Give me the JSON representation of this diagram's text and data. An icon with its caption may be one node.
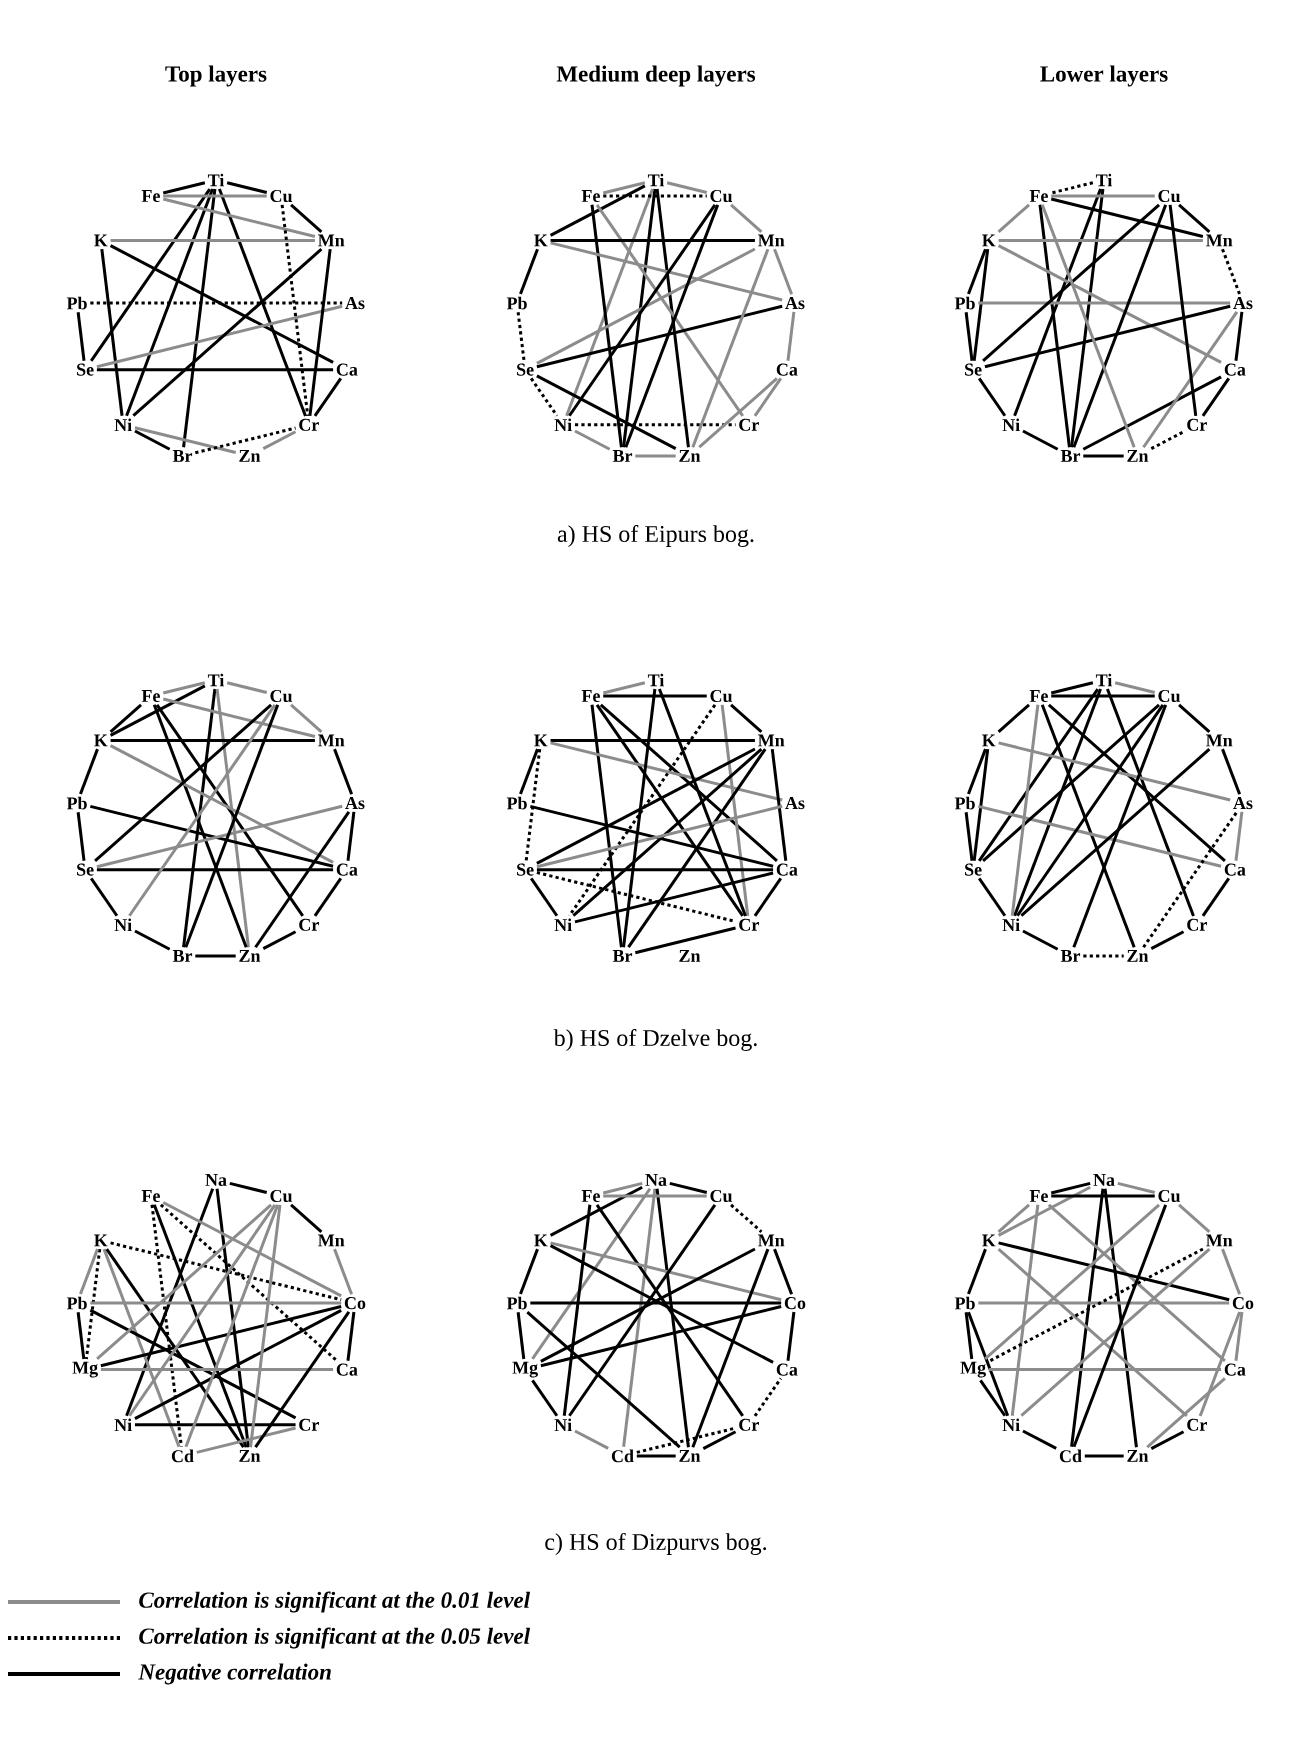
{
  "diagram": {
    "nodes": [
      {
        "text": [
          "Ti"
        ]
      },
      {
        "text": [
          "Cu"
        ]
      },
      {
        "text": [
          "Mn"
        ]
      },
      {
        "text": [
          "As"
        ]
      },
      {
        "text": [
          "Ca"
        ]
      },
      {
        "text": [
          "Cr"
        ]
      },
      {
        "text": [
          "Zn"
        ]
      },
      {
        "text": [
          "Br"
        ]
      },
      {
        "text": [
          "Ni"
        ]
      },
      {
        "text": [
          "Se"
        ]
      },
      {
        "text": [
          "Pb"
        ]
      },
      {
        "text": [
          "K"
        ]
      },
      {
        "text": [
          "Fe"
        ]
      },
      {
        "text": [
          "Ti"
        ]
      },
      {
        "text": [
          "Cu"
        ]
      },
      {
        "text": [
          "Mn"
        ]
      },
      {
        "text": [
          "As"
        ]
      },
      {
        "text": [
          "Ca"
        ]
      },
      {
        "text": [
          "Cr"
        ]
      },
      {
        "text": [
          "Zn"
        ]
      },
      {
        "text": [
          "Br"
        ]
      },
      {
        "text": [
          "Ni"
        ]
      },
      {
        "text": [
          "Se"
        ]
      },
      {
        "text": [
          "Pb"
        ]
      },
      {
        "text": [
          "K"
        ]
      },
      {
        "text": [
          "Fe"
        ]
      },
      {
        "text": [
          "Ti"
        ]
      },
      {
        "text": [
          "Cu"
        ]
      },
      {
        "text": [
          "Mn"
        ]
      },
      {
        "text": [
          "As"
        ]
      },
      {
        "text": [
          "Ca"
        ]
      },
      {
        "text": [
          "Cr"
        ]
      },
      {
        "text": [
          "Zn"
        ]
      },
      {
        "text": [
          "Br"
        ]
      },
      {
        "text": [
          "Ni"
        ]
      },
      {
        "text": [
          "Se"
        ]
      },
      {
        "text": [
          "Pb"
        ]
      },
      {
        "text": [
          "K"
        ]
      },
      {
        "text": [
          "Fe"
        ]
      },
      {
        "text": [
          "Ti"
        ]
      },
      {
        "text": [
          "Cu"
        ]
      },
      {
        "text": [
          "Mn"
        ]
      },
      {
        "text": [
          "As"
        ]
      },
      {
        "text": [
          "Ca"
        ]
      },
      {
        "text": [
          "Cr"
        ]
      },
      {
        "text": [
          "Zn"
        ]
      },
      {
        "text": [
          "Br"
        ]
      },
      {
        "text": [
          "Ni"
        ]
      },
      {
        "text": [
          "Se"
        ]
      },
      {
        "text": [
          "Pb"
        ]
      },
      {
        "text": [
          "K"
        ]
      },
      {
        "text": [
          "Fe"
        ]
      },
      {
        "text": [
          "Ti"
        ]
      },
      {
        "text": [
          "Cu"
        ]
      },
      {
        "text": [
          "Mn"
        ]
      },
      {
        "text": [
          "As"
        ]
      },
      {
        "text": [
          "Ca"
        ]
      },
      {
        "text": [
          "Cr"
        ]
      },
      {
        "text": [
          "Zn"
        ]
      },
      {
        "text": [
          "Br"
        ]
      },
      {
        "text": [
          "Ni"
        ]
      },
      {
        "text": [
          "Se"
        ]
      },
      {
        "text": [
          "Pb"
        ]
      },
      {
        "text": [
          "K"
        ]
      },
      {
        "text": [
          "Fe"
        ]
      },
      {
        "text": [
          "Ti"
        ]
      },
      {
        "text": [
          "Cu"
        ]
      },
      {
        "text": [
          "Mn"
        ]
      },
      {
        "text": [
          "As"
        ]
      },
      {
        "text": [
          "Ca"
        ]
      },
      {
        "text": [
          "Cr"
        ]
      },
      {
        "text": [
          "Zn"
        ]
      },
      {
        "text": [
          "Br"
        ]
      },
      {
        "text": [
          "Ni"
        ]
      },
      {
        "text": [
          "Se"
        ]
      },
      {
        "text": [
          "Pb"
        ]
      },
      {
        "text": [
          "K"
        ]
      },
      {
        "text": [
          "Fe"
        ]
      },
      {
        "text": [
          "Na"
        ]
      },
      {
        "text": [
          "Cu"
        ]
      },
      {
        "text": [
          "Mn"
        ]
      },
      {
        "text": [
          "Co"
        ]
      },
      {
        "text": [
          "Ca"
        ]
      },
      {
        "text": [
          "Cr"
        ]
      },
      {
        "text": [
          "Zn"
        ]
      },
      {
        "text": [
          "Cd"
        ]
      },
      {
        "text": [
          "Ni"
        ]
      },
      {
        "text": [
          "Mg"
        ]
      },
      {
        "text": [
          "Pb"
        ]
      },
      {
        "text": [
          "K"
        ]
      },
      {
        "text": [
          "Fe"
        ]
      },
      {
        "text": [
          "Na"
        ]
      },
      {
        "text": [
          "Cu"
        ]
      },
      {
        "text": [
          "Mn"
        ]
      },
      {
        "text": [
          "Co"
        ]
      },
      {
        "text": [
          "Ca"
        ]
      },
      {
        "text": [
          "Cr"
        ]
      },
      {
        "text": [
          "Zn"
        ]
      },
      {
        "text": [
          "Cd"
        ]
      },
      {
        "text": [
          "Ni"
        ]
      },
      {
        "text": [
          "Mg"
        ]
      },
      {
        "text": [
          "Pb"
        ]
      },
      {
        "text": [
          "K"
        ]
      },
      {
        "text": [
          "Fe"
        ]
      },
      {
        "text": [
          "Na"
        ]
      },
      {
        "text": [
          "Cu"
        ]
      },
      {
        "text": [
          "Mn"
        ]
      },
      {
        "text": [
          "Co"
        ]
      },
      {
        "text": [
          "Ca"
        ]
      },
      {
        "text": [
          "Cr"
        ]
      },
      {
        "text": [
          "Zn"
        ]
      },
      {
        "text": [
          "Cd"
        ]
      },
      {
        "text": [
          "Ni"
        ]
      },
      {
        "text": [
          "Mg"
        ]
      },
      {
        "text": [
          "Pb"
        ]
      },
      {
        "text": [
          "K"
        ]
      },
      {
        "text": [
          "Fe"
        ]
      }
    ],
    "edges": [
      {
        "from": 0,
        "to": 12,
        "arrow": "none"
      },
      {
        "from": 0,
        "to": 1,
        "arrow": "none"
      },
      {
        "from": 0,
        "to": 9,
        "arrow": "none"
      },
      {
        "from": 0,
        "to": 8,
        "arrow": "none"
      },
      {
        "from": 0,
        "to": 7,
        "arrow": "none"
      },
      {
        "from": 0,
        "to": 5,
        "arrow": "none"
      },
      {
        "from": 12,
        "to": 2,
        "arrow": "none",
        "color": "#8c8c8c"
      },
      {
        "from": 12,
        "to": 1,
        "arrow": "none",
        "color": "#8c8c8c"
      },
      {
        "from": 11,
        "to": 2,
        "arrow": "none",
        "color": "#8c8c8c"
      },
      {
        "from": 11,
        "to": 8,
        "arrow": "none"
      },
      {
        "from": 11,
        "to": 4,
        "arrow": "none"
      },
      {
        "from": 10,
        "to": 3,
        "arrow": "none",
        "style": "dashed"
      },
      {
        "from": 10,
        "to": 9,
        "arrow": "none"
      },
      {
        "from": 9,
        "to": 4,
        "arrow": "none"
      },
      {
        "from": 9,
        "to": 3,
        "arrow": "none",
        "color": "#8c8c8c"
      },
      {
        "from": 8,
        "to": 2,
        "arrow": "none"
      },
      {
        "from": 8,
        "to": 7,
        "arrow": "none"
      },
      {
        "from": 8,
        "to": 6,
        "arrow": "none",
        "color": "#8c8c8c"
      },
      {
        "from": 7,
        "to": 5,
        "arrow": "none",
        "style": "dashed"
      },
      {
        "from": 2,
        "to": 5,
        "arrow": "none"
      },
      {
        "from": 1,
        "to": 2,
        "arrow": "none"
      },
      {
        "from": 4,
        "to": 5,
        "arrow": "none"
      },
      {
        "from": 6,
        "to": 5,
        "arrow": "none",
        "color": "#8c8c8c"
      },
      {
        "from": 1,
        "to": 5,
        "arrow": "none",
        "style": "dashed"
      },
      {
        "from": 13,
        "to": 25,
        "arrow": "none",
        "color": "#8c8c8c"
      },
      {
        "from": 13,
        "to": 24,
        "arrow": "none"
      },
      {
        "from": 13,
        "to": 14,
        "arrow": "none",
        "color": "#8c8c8c"
      },
      {
        "from": 13,
        "to": 20,
        "arrow": "none"
      },
      {
        "from": 13,
        "to": 19,
        "arrow": "none"
      },
      {
        "from": 13,
        "to": 21,
        "arrow": "none",
        "color": "#8c8c8c"
      },
      {
        "from": 25,
        "to": 14,
        "arrow": "none",
        "style": "dashed"
      },
      {
        "from": 25,
        "to": 20,
        "arrow": "none"
      },
      {
        "from": 25,
        "to": 18,
        "arrow": "none",
        "color": "#8c8c8c"
      },
      {
        "from": 24,
        "to": 15,
        "arrow": "none"
      },
      {
        "from": 24,
        "to": 23,
        "arrow": "none"
      },
      {
        "from": 24,
        "to": 16,
        "arrow": "none",
        "color": "#8c8c8c"
      },
      {
        "from": 23,
        "to": 22,
        "arrow": "none",
        "style": "dashed"
      },
      {
        "from": 22,
        "to": 16,
        "arrow": "none"
      },
      {
        "from": 22,
        "to": 15,
        "arrow": "none",
        "color": "#8c8c8c"
      },
      {
        "from": 22,
        "to": 21,
        "arrow": "none",
        "style": "dashed"
      },
      {
        "from": 22,
        "to": 19,
        "arrow": "none"
      },
      {
        "from": 21,
        "to": 20,
        "arrow": "none",
        "color": "#8c8c8c"
      },
      {
        "from": 21,
        "to": 18,
        "arrow": "none",
        "style": "dashed"
      },
      {
        "from": 20,
        "to": 19,
        "arrow": "none",
        "color": "#8c8c8c"
      },
      {
        "from": 20,
        "to": 14,
        "arrow": "none"
      },
      {
        "from": 19,
        "to": 15,
        "arrow": "none",
        "color": "#8c8c8c"
      },
      {
        "from": 19,
        "to": 17,
        "arrow": "none",
        "color": "#8c8c8c"
      },
      {
        "from": 18,
        "to": 17,
        "arrow": "none",
        "color": "#8c8c8c"
      },
      {
        "from": 16,
        "to": 17,
        "arrow": "none",
        "color": "#8c8c8c"
      },
      {
        "from": 14,
        "to": 15,
        "arrow": "none",
        "color": "#8c8c8c"
      },
      {
        "from": 15,
        "to": 16,
        "arrow": "none",
        "color": "#8c8c8c"
      },
      {
        "from": 14,
        "to": 21,
        "arrow": "none"
      },
      {
        "from": 26,
        "to": 38,
        "arrow": "none",
        "style": "dashed"
      },
      {
        "from": 26,
        "to": 33,
        "arrow": "none"
      },
      {
        "from": 26,
        "to": 34,
        "arrow": "none"
      },
      {
        "from": 38,
        "to": 27,
        "arrow": "none",
        "color": "#8c8c8c"
      },
      {
        "from": 38,
        "to": 28,
        "arrow": "none"
      },
      {
        "from": 38,
        "to": 33,
        "arrow": "none"
      },
      {
        "from": 38,
        "to": 37,
        "arrow": "none",
        "color": "#8c8c8c"
      },
      {
        "from": 37,
        "to": 28,
        "arrow": "none",
        "color": "#8c8c8c"
      },
      {
        "from": 37,
        "to": 36,
        "arrow": "none"
      },
      {
        "from": 37,
        "to": 35,
        "arrow": "none"
      },
      {
        "from": 37,
        "to": 30,
        "arrow": "none",
        "color": "#8c8c8c"
      },
      {
        "from": 36,
        "to": 29,
        "arrow": "none",
        "color": "#8c8c8c"
      },
      {
        "from": 36,
        "to": 35,
        "arrow": "none"
      },
      {
        "from": 35,
        "to": 29,
        "arrow": "none"
      },
      {
        "from": 35,
        "to": 34,
        "arrow": "none"
      },
      {
        "from": 35,
        "to": 27,
        "arrow": "none"
      },
      {
        "from": 34,
        "to": 33,
        "arrow": "none"
      },
      {
        "from": 33,
        "to": 27,
        "arrow": "none"
      },
      {
        "from": 33,
        "to": 30,
        "arrow": "none"
      },
      {
        "from": 33,
        "to": 32,
        "arrow": "none"
      },
      {
        "from": 32,
        "to": 29,
        "arrow": "none",
        "color": "#8c8c8c"
      },
      {
        "from": 32,
        "to": 31,
        "arrow": "none",
        "style": "dashed"
      },
      {
        "from": 32,
        "to": 38,
        "arrow": "none",
        "color": "#8c8c8c"
      },
      {
        "from": 31,
        "to": 30,
        "arrow": "none"
      },
      {
        "from": 30,
        "to": 29,
        "arrow": "none"
      },
      {
        "from": 28,
        "to": 29,
        "arrow": "none",
        "style": "dashed"
      },
      {
        "from": 27,
        "to": 28,
        "arrow": "none"
      },
      {
        "from": 27,
        "to": 31,
        "arrow": "none"
      },
      {
        "from": 39,
        "to": 51,
        "arrow": "none",
        "color": "#8c8c8c"
      },
      {
        "from": 39,
        "to": 40,
        "arrow": "none",
        "color": "#8c8c8c"
      },
      {
        "from": 39,
        "to": 46,
        "arrow": "none"
      },
      {
        "from": 39,
        "to": 45,
        "arrow": "none",
        "color": "#8c8c8c"
      },
      {
        "from": 39,
        "to": 50,
        "arrow": "none"
      },
      {
        "from": 51,
        "to": 50,
        "arrow": "none"
      },
      {
        "from": 51,
        "to": 41,
        "arrow": "none",
        "color": "#8c8c8c"
      },
      {
        "from": 51,
        "to": 44,
        "arrow": "none"
      },
      {
        "from": 51,
        "to": 45,
        "arrow": "none"
      },
      {
        "from": 50,
        "to": 41,
        "arrow": "none"
      },
      {
        "from": 50,
        "to": 49,
        "arrow": "none"
      },
      {
        "from": 50,
        "to": 43,
        "arrow": "none",
        "color": "#8c8c8c"
      },
      {
        "from": 49,
        "to": 48,
        "arrow": "none"
      },
      {
        "from": 49,
        "to": 43,
        "arrow": "none"
      },
      {
        "from": 48,
        "to": 42,
        "arrow": "none",
        "color": "#8c8c8c"
      },
      {
        "from": 48,
        "to": 43,
        "arrow": "none"
      },
      {
        "from": 48,
        "to": 47,
        "arrow": "none"
      },
      {
        "from": 47,
        "to": 46,
        "arrow": "none"
      },
      {
        "from": 47,
        "to": 40,
        "arrow": "none",
        "color": "#8c8c8c"
      },
      {
        "from": 46,
        "to": 45,
        "arrow": "none"
      },
      {
        "from": 46,
        "to": 40,
        "arrow": "none"
      },
      {
        "from": 45,
        "to": 44,
        "arrow": "none"
      },
      {
        "from": 45,
        "to": 42,
        "arrow": "none"
      },
      {
        "from": 44,
        "to": 43,
        "arrow": "none"
      },
      {
        "from": 43,
        "to": 42,
        "arrow": "none"
      },
      {
        "from": 42,
        "to": 41,
        "arrow": "none"
      },
      {
        "from": 41,
        "to": 40,
        "arrow": "none",
        "color": "#8c8c8c"
      },
      {
        "from": 40,
        "to": 48,
        "arrow": "none"
      },
      {
        "from": 64,
        "to": 52,
        "arrow": "none",
        "color": "#8c8c8c"
      },
      {
        "from": 64,
        "to": 53,
        "arrow": "none"
      },
      {
        "from": 64,
        "to": 59,
        "arrow": "none"
      },
      {
        "from": 64,
        "to": 57,
        "arrow": "none"
      },
      {
        "from": 64,
        "to": 56,
        "arrow": "none"
      },
      {
        "from": 53,
        "to": 54,
        "arrow": "none"
      },
      {
        "from": 53,
        "to": 60,
        "arrow": "none",
        "style": "dashed"
      },
      {
        "from": 53,
        "to": 57,
        "arrow": "none",
        "color": "#8c8c8c"
      },
      {
        "from": 63,
        "to": 54,
        "arrow": "none"
      },
      {
        "from": 63,
        "to": 62,
        "arrow": "none"
      },
      {
        "from": 63,
        "to": 61,
        "arrow": "none",
        "style": "dashed"
      },
      {
        "from": 63,
        "to": 55,
        "arrow": "none",
        "color": "#8c8c8c"
      },
      {
        "from": 54,
        "to": 56,
        "arrow": "none"
      },
      {
        "from": 54,
        "to": 61,
        "arrow": "none"
      },
      {
        "from": 54,
        "to": 60,
        "arrow": "none"
      },
      {
        "from": 56,
        "to": 57,
        "arrow": "none"
      },
      {
        "from": 61,
        "to": 56,
        "arrow": "none"
      },
      {
        "from": 61,
        "to": 57,
        "arrow": "none",
        "style": "dashed"
      },
      {
        "from": 61,
        "to": 60,
        "arrow": "none"
      },
      {
        "from": 62,
        "to": 56,
        "arrow": "none"
      },
      {
        "from": 59,
        "to": 57,
        "arrow": "none"
      },
      {
        "from": 59,
        "to": 54,
        "arrow": "none"
      },
      {
        "from": 61,
        "to": 55,
        "arrow": "none",
        "color": "#8c8c8c"
      },
      {
        "from": 52,
        "to": 59,
        "arrow": "none"
      },
      {
        "from": 52,
        "to": 57,
        "arrow": "none"
      },
      {
        "from": 60,
        "to": 56,
        "arrow": "none"
      },
      {
        "from": 65,
        "to": 77,
        "arrow": "none"
      },
      {
        "from": 65,
        "to": 66,
        "arrow": "none",
        "color": "#8c8c8c"
      },
      {
        "from": 65,
        "to": 73,
        "arrow": "none"
      },
      {
        "from": 65,
        "to": 74,
        "arrow": "none"
      },
      {
        "from": 65,
        "to": 70,
        "arrow": "none"
      },
      {
        "from": 77,
        "to": 76,
        "arrow": "none"
      },
      {
        "from": 77,
        "to": 66,
        "arrow": "none"
      },
      {
        "from": 77,
        "to": 71,
        "arrow": "none"
      },
      {
        "from": 77,
        "to": 69,
        "arrow": "none"
      },
      {
        "from": 76,
        "to": 75,
        "arrow": "none"
      },
      {
        "from": 76,
        "to": 74,
        "arrow": "none"
      },
      {
        "from": 76,
        "to": 68,
        "arrow": "none",
        "color": "#8c8c8c"
      },
      {
        "from": 75,
        "to": 74,
        "arrow": "none"
      },
      {
        "from": 75,
        "to": 69,
        "arrow": "none",
        "color": "#8c8c8c"
      },
      {
        "from": 74,
        "to": 73,
        "arrow": "none"
      },
      {
        "from": 74,
        "to": 66,
        "arrow": "none"
      },
      {
        "from": 73,
        "to": 72,
        "arrow": "none"
      },
      {
        "from": 73,
        "to": 67,
        "arrow": "none"
      },
      {
        "from": 72,
        "to": 71,
        "arrow": "none",
        "style": "dashed"
      },
      {
        "from": 72,
        "to": 66,
        "arrow": "none"
      },
      {
        "from": 71,
        "to": 70,
        "arrow": "none"
      },
      {
        "from": 71,
        "to": 68,
        "arrow": "none",
        "style": "dashed"
      },
      {
        "from": 70,
        "to": 69,
        "arrow": "none"
      },
      {
        "from": 69,
        "to": 68,
        "arrow": "none",
        "color": "#8c8c8c"
      },
      {
        "from": 68,
        "to": 67,
        "arrow": "none"
      },
      {
        "from": 67,
        "to": 66,
        "arrow": "none"
      },
      {
        "from": 66,
        "to": 73,
        "arrow": "none"
      },
      {
        "from": 77,
        "to": 73,
        "arrow": "none",
        "color": "#8c8c8c"
      },
      {
        "from": 78,
        "to": 79,
        "arrow": "none"
      },
      {
        "from": 78,
        "to": 86,
        "arrow": "none"
      },
      {
        "from": 78,
        "to": 84,
        "arrow": "none"
      },
      {
        "from": 90,
        "to": 81,
        "arrow": "none",
        "color": "#8c8c8c"
      },
      {
        "from": 90,
        "to": 85,
        "arrow": "none",
        "style": "dashed"
      },
      {
        "from": 90,
        "to": 82,
        "arrow": "none",
        "style": "dashed"
      },
      {
        "from": 90,
        "to": 84,
        "arrow": "none"
      },
      {
        "from": 89,
        "to": 81,
        "arrow": "none",
        "style": "dashed"
      },
      {
        "from": 89,
        "to": 87,
        "arrow": "none",
        "style": "dashed"
      },
      {
        "from": 89,
        "to": 88,
        "arrow": "none",
        "color": "#8c8c8c"
      },
      {
        "from": 89,
        "to": 85,
        "arrow": "none",
        "color": "#8c8c8c"
      },
      {
        "from": 89,
        "to": 84,
        "arrow": "none"
      },
      {
        "from": 88,
        "to": 81,
        "arrow": "none",
        "color": "#8c8c8c"
      },
      {
        "from": 88,
        "to": 83,
        "arrow": "none"
      },
      {
        "from": 87,
        "to": 82,
        "arrow": "none",
        "color": "#8c8c8c"
      },
      {
        "from": 87,
        "to": 79,
        "arrow": "none",
        "color": "#8c8c8c"
      },
      {
        "from": 87,
        "to": 81,
        "arrow": "none"
      },
      {
        "from": 86,
        "to": 83,
        "arrow": "none"
      },
      {
        "from": 86,
        "to": 81,
        "arrow": "none"
      },
      {
        "from": 86,
        "to": 79,
        "arrow": "none",
        "color": "#8c8c8c"
      },
      {
        "from": 85,
        "to": 79,
        "arrow": "none",
        "color": "#8c8c8c"
      },
      {
        "from": 85,
        "to": 83,
        "arrow": "none",
        "color": "#8c8c8c"
      },
      {
        "from": 84,
        "to": 81,
        "arrow": "none"
      },
      {
        "from": 84,
        "to": 79,
        "arrow": "none",
        "color": "#8c8c8c"
      },
      {
        "from": 79,
        "to": 80,
        "arrow": "none"
      },
      {
        "from": 80,
        "to": 81,
        "arrow": "none",
        "color": "#8c8c8c"
      },
      {
        "from": 81,
        "to": 82,
        "arrow": "none"
      },
      {
        "from": 87,
        "to": 88,
        "arrow": "none"
      },
      {
        "from": 91,
        "to": 103,
        "arrow": "none",
        "color": "#8c8c8c"
      },
      {
        "from": 91,
        "to": 92,
        "arrow": "none"
      },
      {
        "from": 91,
        "to": 102,
        "arrow": "none"
      },
      {
        "from": 91,
        "to": 98,
        "arrow": "none",
        "color": "#8c8c8c"
      },
      {
        "from": 91,
        "to": 97,
        "arrow": "none"
      },
      {
        "from": 91,
        "to": 100,
        "arrow": "none",
        "color": "#8c8c8c"
      },
      {
        "from": 103,
        "to": 92,
        "arrow": "none",
        "color": "#8c8c8c"
      },
      {
        "from": 103,
        "to": 99,
        "arrow": "none"
      },
      {
        "from": 103,
        "to": 96,
        "arrow": "none"
      },
      {
        "from": 102,
        "to": 94,
        "arrow": "none",
        "color": "#8c8c8c"
      },
      {
        "from": 102,
        "to": 101,
        "arrow": "none"
      },
      {
        "from": 102,
        "to": 95,
        "arrow": "none"
      },
      {
        "from": 101,
        "to": 100,
        "arrow": "none"
      },
      {
        "from": 101,
        "to": 94,
        "arrow": "none"
      },
      {
        "from": 101,
        "to": 97,
        "arrow": "none"
      },
      {
        "from": 100,
        "to": 99,
        "arrow": "none"
      },
      {
        "from": 100,
        "to": 94,
        "arrow": "none"
      },
      {
        "from": 100,
        "to": 93,
        "arrow": "none"
      },
      {
        "from": 99,
        "to": 98,
        "arrow": "none",
        "color": "#8c8c8c"
      },
      {
        "from": 99,
        "to": 92,
        "arrow": "none"
      },
      {
        "from": 98,
        "to": 97,
        "arrow": "none"
      },
      {
        "from": 98,
        "to": 96,
        "arrow": "none",
        "style": "dashed"
      },
      {
        "from": 97,
        "to": 96,
        "arrow": "none"
      },
      {
        "from": 97,
        "to": 93,
        "arrow": "none"
      },
      {
        "from": 96,
        "to": 95,
        "arrow": "none",
        "style": "dashed"
      },
      {
        "from": 95,
        "to": 94,
        "arrow": "none"
      },
      {
        "from": 94,
        "to": 93,
        "arrow": "none"
      },
      {
        "from": 92,
        "to": 93,
        "arrow": "none",
        "style": "dashed"
      },
      {
        "from": 104,
        "to": 116,
        "arrow": "none"
      },
      {
        "from": 104,
        "to": 105,
        "arrow": "none",
        "color": "#8c8c8c"
      },
      {
        "from": 104,
        "to": 115,
        "arrow": "none",
        "color": "#8c8c8c"
      },
      {
        "from": 104,
        "to": 110,
        "arrow": "none"
      },
      {
        "from": 104,
        "to": 111,
        "arrow": "none"
      },
      {
        "from": 116,
        "to": 115,
        "arrow": "none",
        "color": "#8c8c8c"
      },
      {
        "from": 116,
        "to": 105,
        "arrow": "none"
      },
      {
        "from": 116,
        "to": 112,
        "arrow": "none",
        "color": "#8c8c8c"
      },
      {
        "from": 116,
        "to": 108,
        "arrow": "none",
        "color": "#8c8c8c"
      },
      {
        "from": 115,
        "to": 107,
        "arrow": "none"
      },
      {
        "from": 115,
        "to": 114,
        "arrow": "none"
      },
      {
        "from": 115,
        "to": 109,
        "arrow": "none",
        "color": "#8c8c8c"
      },
      {
        "from": 114,
        "to": 107,
        "arrow": "none",
        "color": "#8c8c8c"
      },
      {
        "from": 114,
        "to": 113,
        "arrow": "none"
      },
      {
        "from": 114,
        "to": 112,
        "arrow": "none"
      },
      {
        "from": 113,
        "to": 108,
        "arrow": "none",
        "color": "#8c8c8c"
      },
      {
        "from": 113,
        "to": 105,
        "arrow": "none",
        "color": "#8c8c8c"
      },
      {
        "from": 113,
        "to": 112,
        "arrow": "none"
      },
      {
        "from": 112,
        "to": 111,
        "arrow": "none"
      },
      {
        "from": 112,
        "to": 106,
        "arrow": "none",
        "color": "#8c8c8c"
      },
      {
        "from": 111,
        "to": 110,
        "arrow": "none"
      },
      {
        "from": 111,
        "to": 105,
        "arrow": "none"
      },
      {
        "from": 110,
        "to": 108,
        "arrow": "none",
        "color": "#8c8c8c"
      },
      {
        "from": 110,
        "to": 109,
        "arrow": "none"
      },
      {
        "from": 109,
        "to": 107,
        "arrow": "none",
        "color": "#8c8c8c"
      },
      {
        "from": 108,
        "to": 107,
        "arrow": "none",
        "color": "#8c8c8c"
      },
      {
        "from": 107,
        "to": 106,
        "arrow": "none",
        "color": "#8c8c8c"
      },
      {
        "from": 106,
        "to": 105,
        "arrow": "none",
        "color": "#8c8c8c"
      },
      {
        "from": 106,
        "to": 113,
        "arrow": "none",
        "style": "dashed"
      }
    ],
    "labels": [
      "Top layers",
      "Medium deep layers",
      "Lower layers",
      "a) HS of Eipurs bog.",
      "b) HS of Dzelve bog.",
      "c) HS of Dizpurvs bog."
    ],
    "legend": [
      {
        "text": "Correlation is significant at the 0.01 level"
      },
      {
        "text": "Correlation is significant at the 0.05 level"
      },
      {
        "text": "Negative correlation"
      }
    ]
  }
}
